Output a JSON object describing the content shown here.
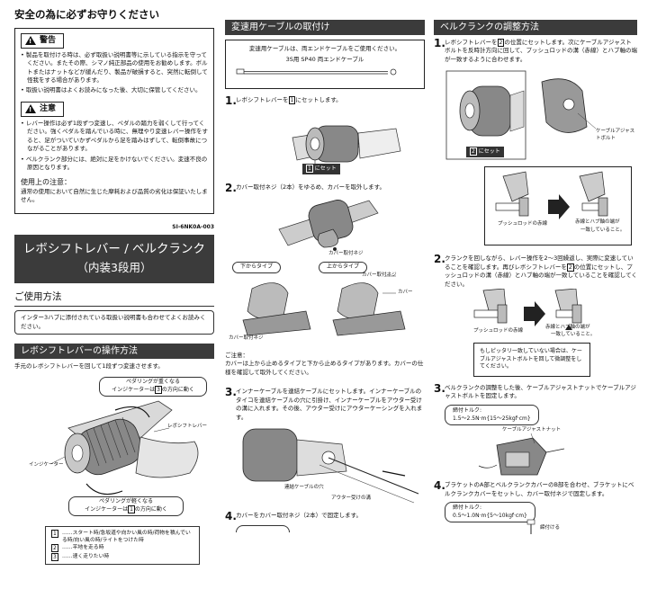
{
  "col1": {
    "safety_title": "安全の為に必ずお守りください",
    "warning_label": "警告",
    "warning_items": [
      "製品を取付ける時は、必ず取扱い説明書等に示している指示を守ってください。またその際、シマノ純正部品の使用をお勧めします。ボルトまたはナットなどが緩んだり、製品が破損すると、突然に転倒して怪我をする場合があります。",
      "取扱い説明書はよくお読みになった後、大切に保管してください。"
    ],
    "caution_label": "注意",
    "caution_items": [
      "レバー操作は必ず1段ずつ変速し、ペダルの踏力を弱くして行ってください。強くペダルを踏んでいる時に、無理やり変速レバー操作をすると、足がついていかずペダルから足を踏みはずして、転倒事故につながることがあります。",
      "ベルクランク部分には、絶対に足をかけないでください。変速不良の原因となります。"
    ],
    "usage_note_title": "使用上の注意：",
    "usage_note_text": "通常の使用において自然に生じた摩耗および品質の劣化は保証いたしません。",
    "doc_code": "SI-6NK0A-003",
    "product_title_1": "レボシフトレバー / ベルクランク",
    "product_title_2": "（内装3段用）",
    "how_to_use": "ご使用方法",
    "how_to_use_note": "インター3ハブに添付されている取扱い説明書も合わせてよくお読みください。",
    "operation_bar": "レボシフトレバーの操作方法",
    "operation_text": "手元のレボシフトレバーを回して1段ずつ変速させます。",
    "heavy_label": "ペダリングが重くなる",
    "heavy_sub": "インジケーターは",
    "heavy_sub_num": "3",
    "heavy_sub_tail": "の方向に動く",
    "lever_label": "レボシフトレバー",
    "indicator_label": "インジケーター",
    "light_label": "ペダリングが軽くなる",
    "light_sub": "インジケーターは",
    "light_sub_num": "1",
    "light_sub_tail": "の方向に動く",
    "legend": [
      {
        "key": "1",
        "text": "……スタート時/急坂道や向かい風の時/荷物を積んでいる時/向い風の時/ライトをつけた時"
      },
      {
        "key": "2",
        "text": "……平地を走る時"
      },
      {
        "key": "3",
        "text": "……速く走りたい時"
      }
    ]
  },
  "col2": {
    "bar": "変速用ケーブルの取付け",
    "cable_box_text": "変速用ケーブルは、両エンドケーブルをご使用ください。",
    "cable_name": "3S用 SP40 両エンドケーブル",
    "step1": "レボシフトレバーを",
    "step1_num": "1",
    "step1_tail": "にセットします。",
    "set1_label": "にセット",
    "set1_num": "1",
    "step2": "カバー取付ネジ（2本）をゆるめ、カバーを取外します。",
    "cover_screw_label": "カバー取付ネジ",
    "type_bottom": "下からタイプ",
    "type_top": "上からタイプ",
    "cover_screw_label2": "カバー取付ネジ",
    "cover_label": "カバー",
    "cover_screw_label3": "カバー取付ネジ",
    "note_title": "ご注意：",
    "note_text": "カバーは上から止めるタイプと下から止めるタイプがあります。カバーの仕様を確認して取外してください。",
    "step3": "インナーケーブルを連結ケーブルにセットします。インナーケーブルのタイコを連結ケーブルの穴に引掛け、インナーケーブルをアウター受けの溝に入れます。その後、アウター受けにアウターケーシングを入れます。",
    "link_hole_label": "連結ケーブルの穴",
    "outer_groove_label": "アウター受けの溝",
    "step4": "カバーをカバー取付ネジ（2本）で固定します。"
  },
  "col3": {
    "bar": "ベルクランクの調整方法",
    "step1": "レボシフトレバーを",
    "step1_num": "2",
    "step1_tail": "の位置にセットします。次にケーブルアジャストボルトを反時計方向に回して、プッシュロッドの溝（赤線）とハブ軸の端が一致するように合わせます。",
    "set2_label": "にセット",
    "set2_num": "2",
    "adjust_bolt_label": "ケーブルアジャストボルト",
    "pushrod_label": "プッシュロッドの赤線",
    "match_label_1": "赤線とハブ軸の端が",
    "match_label_2": "一致していること。",
    "step2": "クランクを回しながら、レバー操作を2～3回繰返し、実際に変速していることを確認します。再びレボシフトレバーを",
    "step2_num": "2",
    "step2_tail": "の位置にセットし、プッシュロッドの溝（赤線）とハブ軸の端が一致していることを確認してください。",
    "pushrod_label2": "プッシュロッドの赤線",
    "match2_label_1": "赤線とハブ軸の端が",
    "match2_label_2": "一致していること。",
    "mismatch_note": "もしピッタリ一致していない場合は、ケーブルアジャストボルトを回して微調整をしてください。",
    "step3": "ベルクランクの調整をした後、ケーブルアジャストナットでケーブルアジャストボルトを固定します。",
    "torque1_title": "締付トルク:",
    "torque1_value": "1.5～2.5N·m{15～25kgf·cm}",
    "adjust_nut_label": "ケーブルアジャストナット",
    "step4": "ブラケットのA部とベルクランクカバーのB部を合わせ、ブラケットにベルクランクカバーをセットし、カバー取付ネジで固定します。",
    "torque2_title": "締付トルク:",
    "torque2_value": "0.5～1.0N·m{5～10kgf·cm}",
    "tighten_label": "締付ける"
  }
}
